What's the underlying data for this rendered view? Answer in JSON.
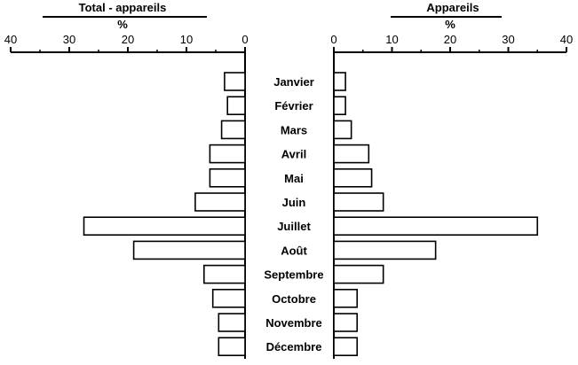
{
  "chart_data": {
    "type": "bar",
    "orientation": "horizontal",
    "layout": "back-to-back",
    "categories": [
      "Janvier",
      "Février",
      "Mars",
      "Avril",
      "Mai",
      "Juin",
      "Juillet",
      "Août",
      "Septembre",
      "Octobre",
      "Novembre",
      "Décembre"
    ],
    "left": {
      "title": "Total - appareils",
      "unit": "%",
      "xlim": [
        0,
        40
      ],
      "ticks": [
        "40",
        "30",
        "20",
        "10",
        "0"
      ],
      "tick_values": [
        40,
        30,
        20,
        10,
        0
      ],
      "values": [
        3.5,
        3.0,
        4.0,
        6.0,
        6.0,
        8.5,
        27.5,
        19.0,
        7.0,
        5.5,
        4.5,
        4.5
      ]
    },
    "right": {
      "title": "Appareils",
      "unit": "%",
      "xlim": [
        0,
        40
      ],
      "ticks": [
        "0",
        "10",
        "20",
        "30",
        "40"
      ],
      "tick_values": [
        0,
        10,
        20,
        30,
        40
      ],
      "values": [
        2.0,
        2.0,
        3.0,
        6.0,
        6.5,
        8.5,
        35.0,
        17.5,
        8.5,
        4.0,
        4.0,
        4.0
      ]
    },
    "grid": false,
    "legend": "none"
  }
}
